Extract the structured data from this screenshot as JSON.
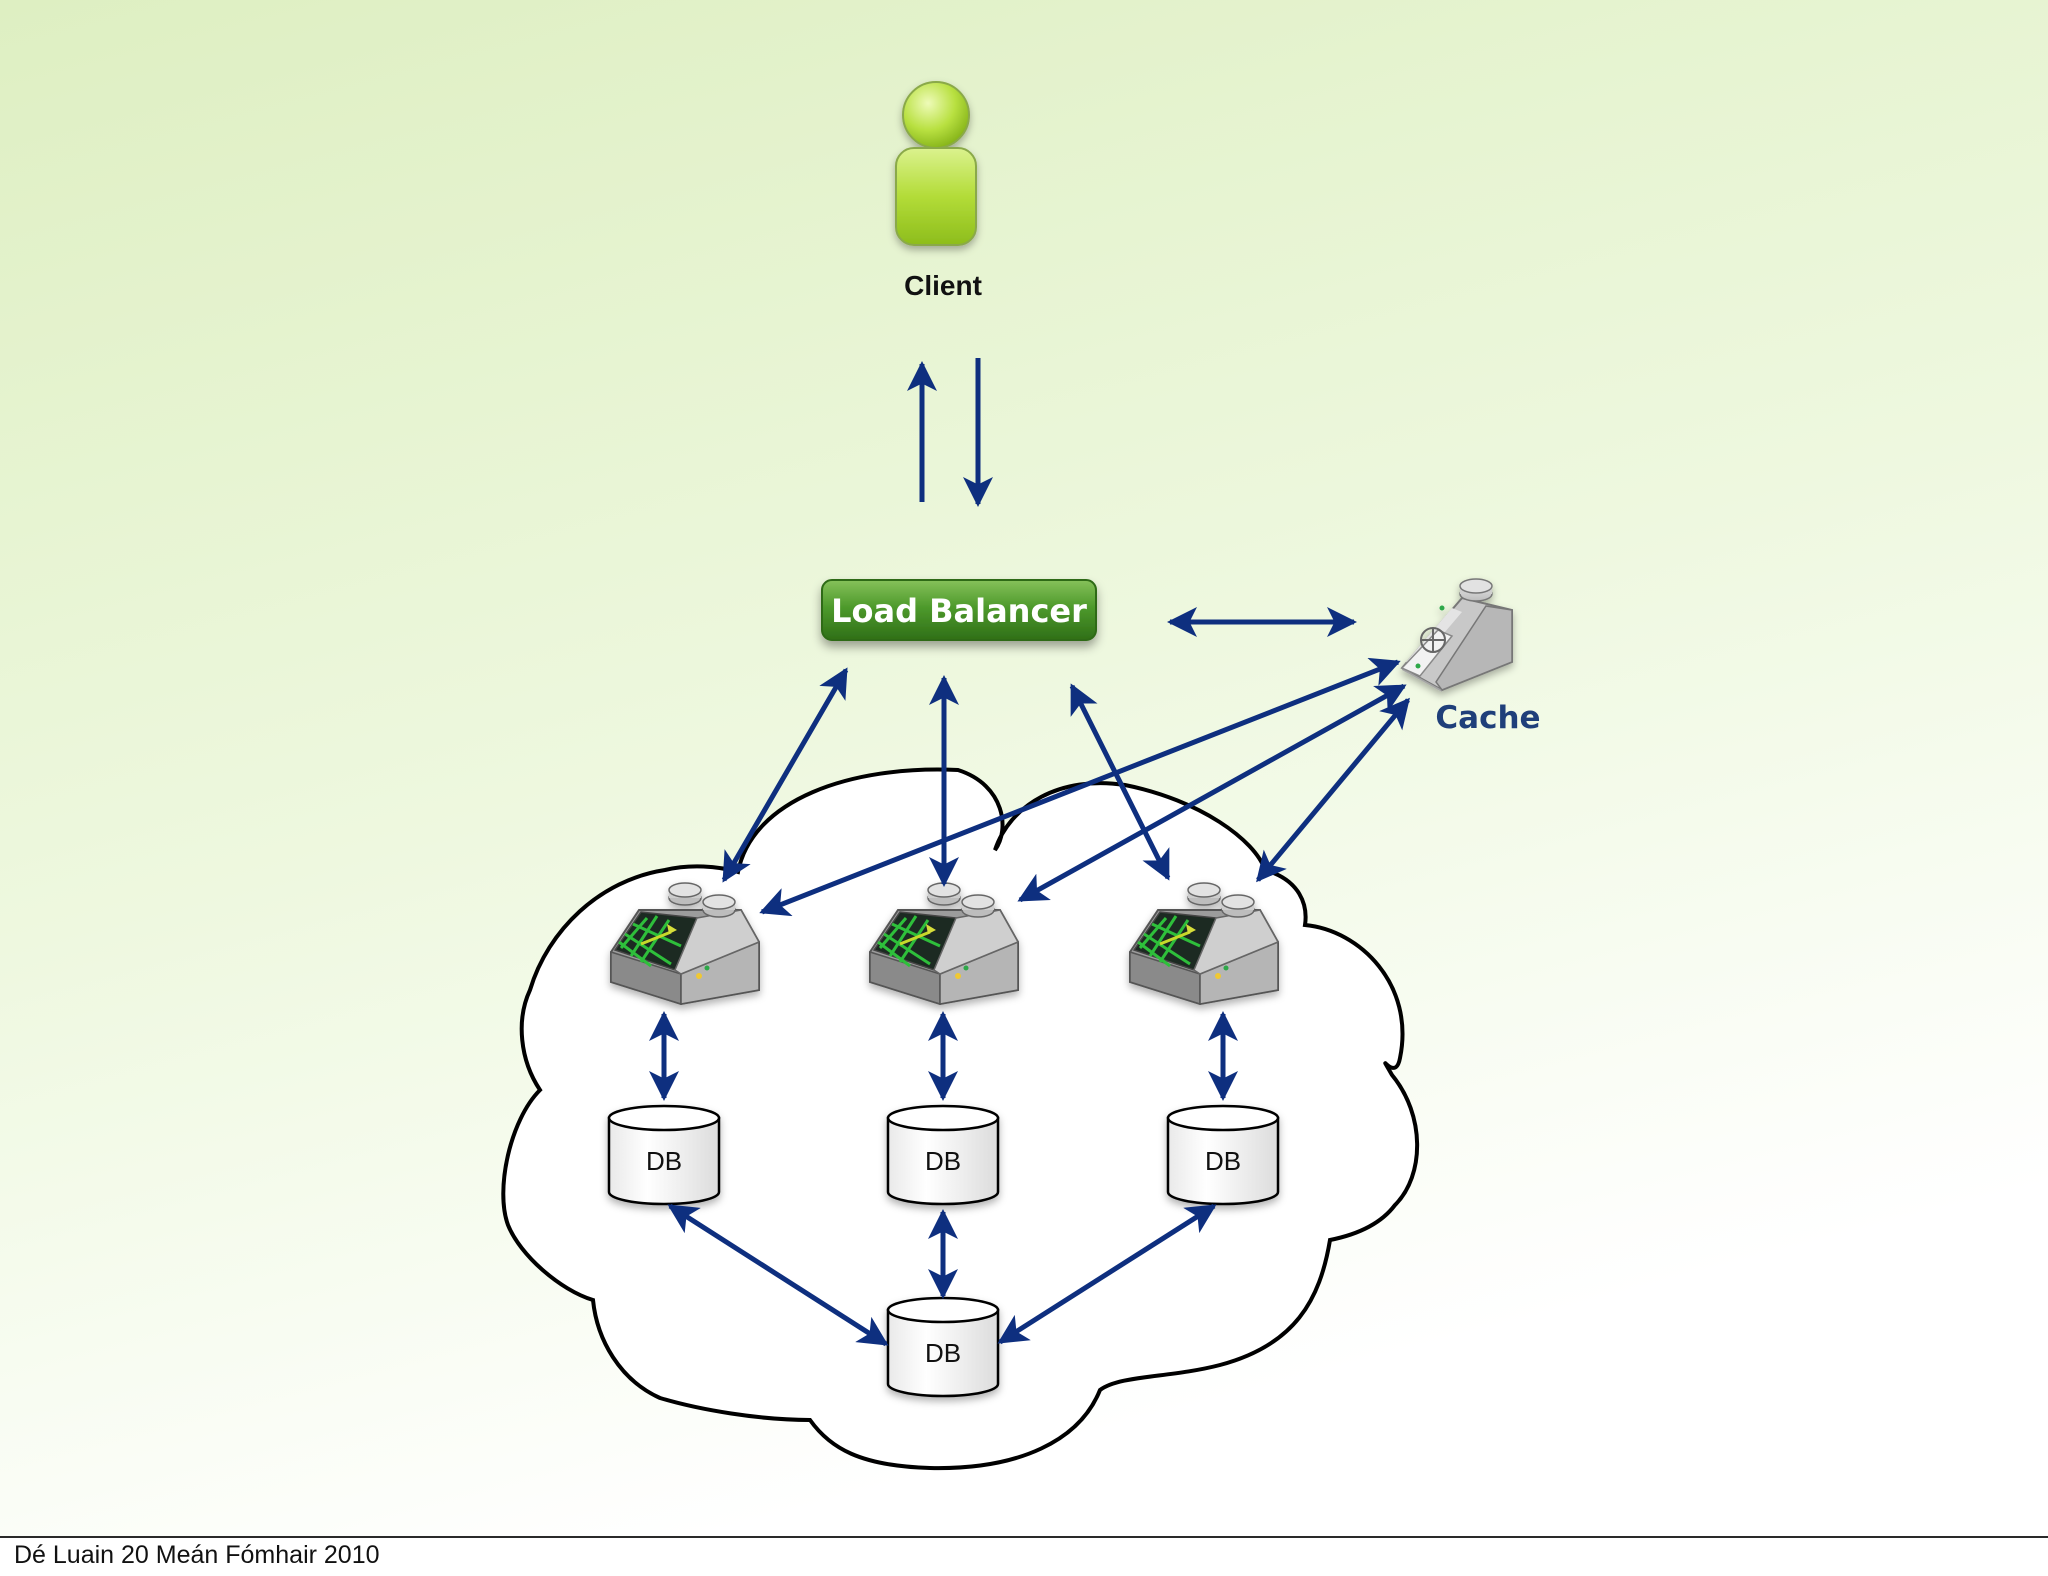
{
  "colors": {
    "background_top": "#e2f2c8",
    "background_bottom": "#ffffff",
    "arrow": "#0e2f7f",
    "load_balancer": "#4b8f2a",
    "client": "#b5dd3a",
    "cache_label": "#1f3f7a"
  },
  "diagram": {
    "client": {
      "label": "Client",
      "icon": "person-icon"
    },
    "load_balancer": {
      "label": "Load Balancer"
    },
    "cache": {
      "label": "Cache",
      "icon": "cache-server-icon"
    },
    "cloud": {
      "icon": "cloud-icon"
    },
    "servers": [
      {
        "icon": "server-icon"
      },
      {
        "icon": "server-icon"
      },
      {
        "icon": "server-icon"
      }
    ],
    "databases": [
      {
        "label": "DB"
      },
      {
        "label": "DB"
      },
      {
        "label": "DB"
      },
      {
        "label": "DB"
      }
    ]
  },
  "footer": {
    "date": "Dé Luain 20 Meán Fómhair 2010"
  }
}
